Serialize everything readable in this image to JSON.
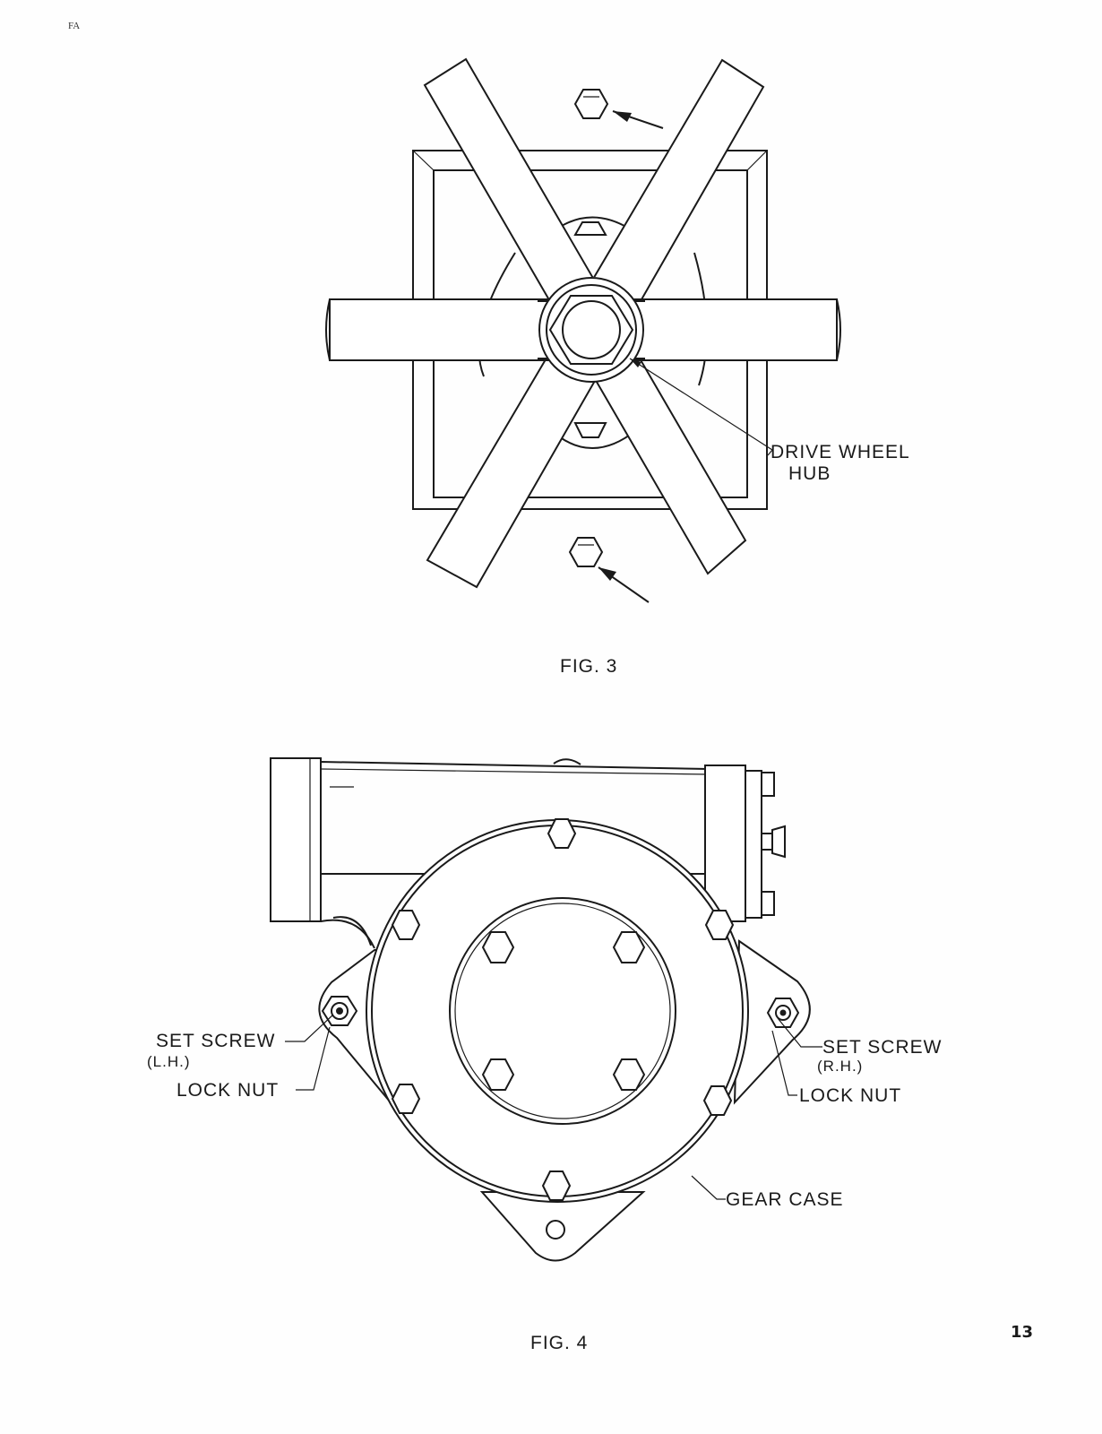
{
  "page_number": "13",
  "corner_mark": "FA",
  "fig3": {
    "caption": "FIG. 3",
    "label_drive_wheel_line1": "DRIVE WHEEL",
    "label_drive_wheel_line2": "HUB"
  },
  "fig4": {
    "caption": "FIG. 4",
    "label_set_screw_lh_line1": "SET SCREW",
    "label_set_screw_lh_line2": "(L.H.)",
    "label_lock_nut_left": "LOCK NUT",
    "label_set_screw_rh_line1": "SET SCREW",
    "label_set_screw_rh_line2": "(R.H.)",
    "label_lock_nut_right": "LOCK NUT",
    "label_gear_case": "GEAR CASE"
  }
}
